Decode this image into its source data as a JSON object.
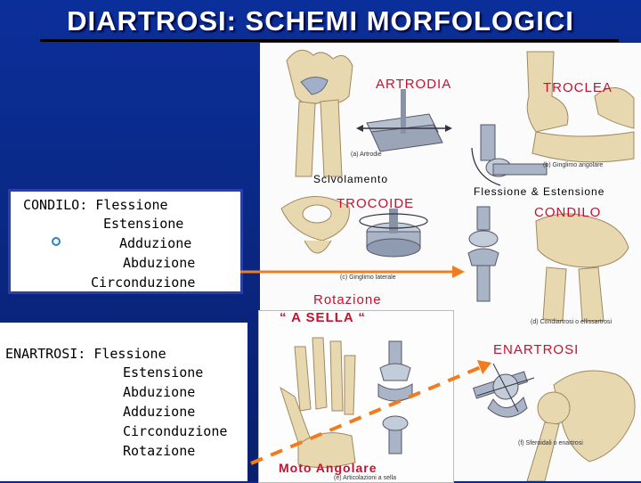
{
  "title": "DIARTROSI: SCHEMI MORFOLOGICI",
  "labels": {
    "artrodia": "ARTRODIA",
    "troclea": "TROCLEA",
    "scivolamento": "Scivolamento",
    "flessione_estensione": "Flessione & Estensione",
    "trocoide": "TROCOIDE",
    "condilo": "CONDILO",
    "rotazione": "Rotazione",
    "a_sella": "“ A SELLA “",
    "enartrosi": "ENARTROSI",
    "moto_angolare": "Moto Angolare"
  },
  "captions": {
    "artrodia": "(a) Artrodie",
    "ginglimo": "(b) Ginglimo angolare",
    "trocoide": "(c) Ginglimo laterale",
    "condilo": "(d) Condiartrosi o ellissartrosi",
    "sella": "(e) Articolazioni a sella",
    "sferoidali": "(f) Sferoidali o enartrosi"
  },
  "condilo_box": {
    "heading": "CONDILO:",
    "movements": [
      "Flessione",
      "Estensione",
      "Adduzione",
      "Abduzione",
      "Circonduzione"
    ]
  },
  "enartrosi_box": {
    "heading": "ENARTROSI:",
    "movements": [
      "Flessione",
      "Estensione",
      "Abduzione",
      "Adduzione",
      "Circonduzione",
      "Rotazione"
    ]
  },
  "colors": {
    "background": "#0a2a8a",
    "accent_red": "#c8102e",
    "arrow_orange": "#f07c1e",
    "bone": "#e8d8b0",
    "joint_gray": "#a9b4c6"
  }
}
